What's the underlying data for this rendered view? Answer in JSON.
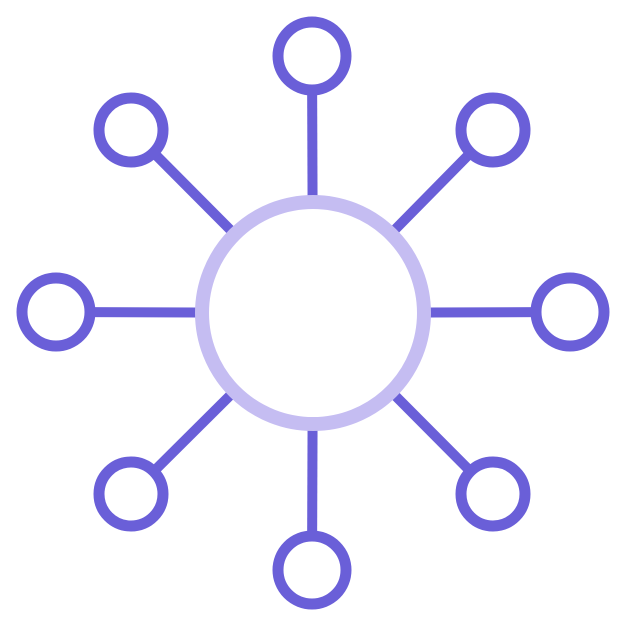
{
  "icon": {
    "name": "network-hub-icon",
    "colors": {
      "spoke": "#6a5fd8",
      "hub": "#c5bdf2",
      "background": "#ffffff"
    },
    "nodes": [
      "top",
      "top-right",
      "right",
      "bottom-right",
      "bottom",
      "bottom-left",
      "left",
      "top-left"
    ]
  }
}
